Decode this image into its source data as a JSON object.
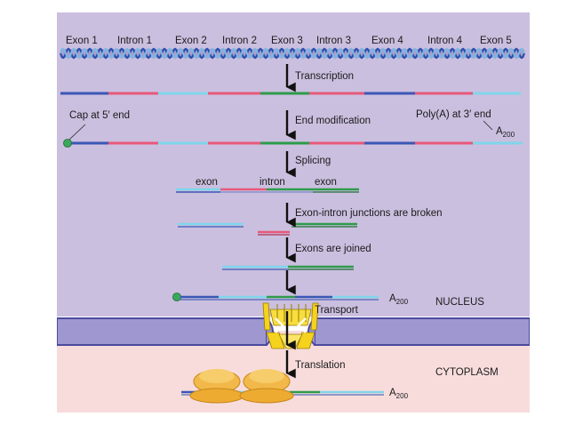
{
  "gene_labels": [
    "Exon 1",
    "Intron 1",
    "Exon 2",
    "Intron 2",
    "Exon 3",
    "Intron 3",
    "Exon 4",
    "Intron 4",
    "Exon 5"
  ],
  "steps": {
    "transcription": "Transcription",
    "end_modification": "End modification",
    "splicing": "Splicing",
    "junctions_broken": "Exon-intron junctions are broken",
    "exons_joined": "Exons are joined",
    "transport": "Transport",
    "translation": "Translation"
  },
  "annotations": {
    "cap": "Cap at 5′ end",
    "polya": "Poly(A) at 3′ end",
    "a_base": "A",
    "a_sub": "200",
    "exon_left": "exon",
    "intron": "intron",
    "exon_right": "exon"
  },
  "compartments": {
    "nucleus": "NUCLEUS",
    "cytoplasm": "CYTOPLASM"
  },
  "colors": {
    "nucleus_bg": "#cbbfdf",
    "membrane": "#9f97cf",
    "membrane_edge": "#4a4aa0",
    "cytoplasm_bg": "#f8dcdc",
    "exon_blue": "#3b57b5",
    "exon_light": "#7fd6ea",
    "intron_pink": "#e8587a",
    "exon_green": "#2e9b4a",
    "ribosome": "#f2b84a",
    "pore": "#f5d21e"
  }
}
